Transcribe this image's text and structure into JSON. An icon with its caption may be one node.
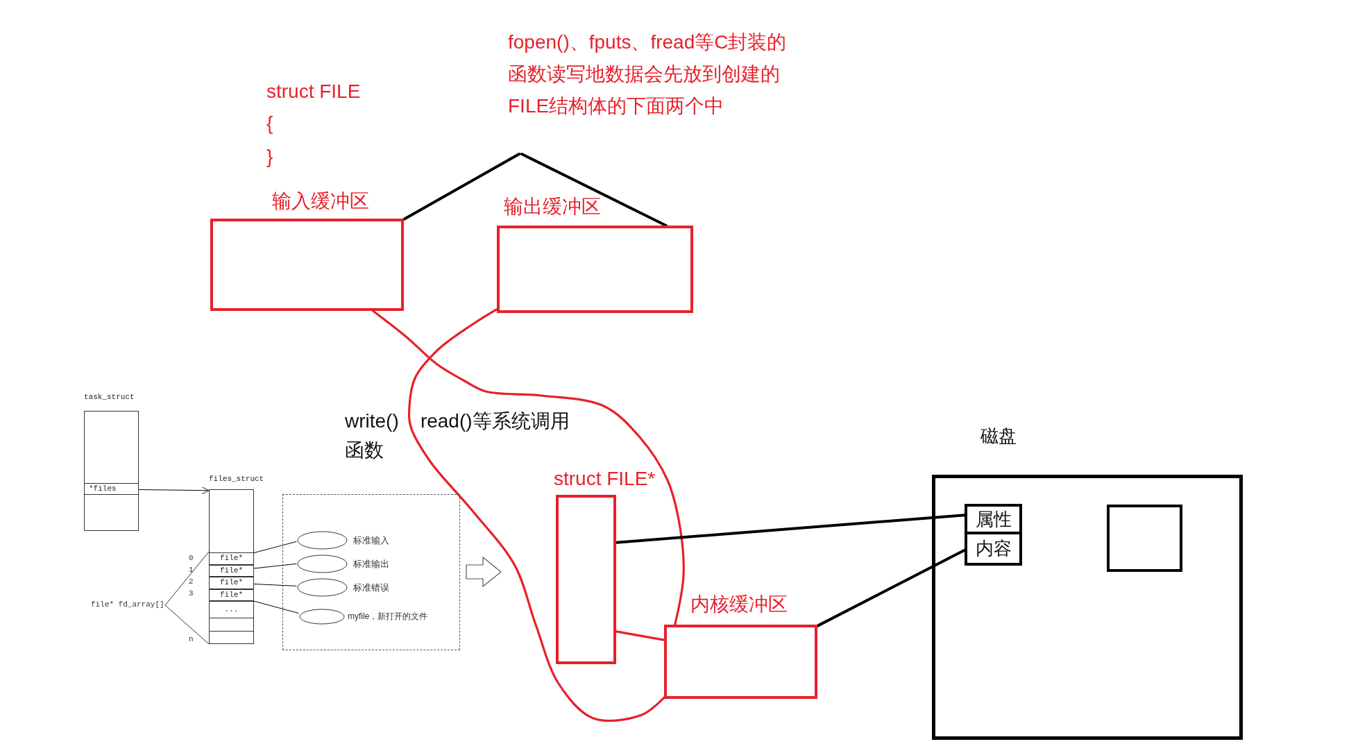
{
  "diagram": {
    "nodes": [
      {
        "text": [
          "fopen()、fputs、fread等C封装的函数读写地数据会先放到创建的FILE结构体的下面两个中"
        ]
      },
      {
        "text": [
          "输入缓冲区"
        ]
      },
      {
        "text": [
          "输出缓冲区"
        ]
      },
      {
        "text": [
          "struct FILE*"
        ]
      },
      {
        "text": [
          "内核缓冲区"
        ]
      },
      {
        "text": [
          "磁盘"
        ]
      },
      {
        "text": [
          "属性"
        ],
        "in": 5
      },
      {
        "text": [
          "内容"
        ],
        "in": 5
      },
      {
        "text": [],
        "shape": "box",
        "in": 5
      },
      {
        "text": [
          "task_struct"
        ]
      },
      {
        "text": [
          "*files"
        ],
        "in": 9
      },
      {
        "text": [
          "files_struct"
        ]
      },
      {
        "text": [
          "file*"
        ],
        "in": 11
      },
      {
        "text": [
          "file*"
        ],
        "in": 11
      },
      {
        "text": [
          "file*"
        ],
        "in": 11
      },
      {
        "text": [
          "file*"
        ],
        "in": 11
      },
      {
        "text": [
          "..."
        ],
        "in": 11
      },
      {
        "text": [],
        "shape": "box"
      },
      {
        "text": [],
        "shape": "ellipse",
        "beside": [
          "标准输入"
        ],
        "in": 17
      },
      {
        "text": [],
        "shape": "ellipse",
        "beside": [
          "标准输出"
        ],
        "in": 17
      },
      {
        "text": [],
        "shape": "ellipse",
        "beside": [
          "标准错误"
        ],
        "in": 17
      },
      {
        "text": [],
        "shape": "ellipse",
        "beside": [
          "myfile，新打开的文件"
        ],
        "in": 17
      }
    ],
    "edges": [
      {
        "from": 0,
        "to": 1,
        "arrow": "none"
      },
      {
        "from": 0,
        "to": 2,
        "arrow": "none"
      },
      {
        "from": 1,
        "to": 4,
        "arrow": "none",
        "color": "#e8202a"
      },
      {
        "from": 2,
        "to": 4,
        "arrow": "none",
        "color": "#e8202a"
      },
      {
        "from": 3,
        "to": 6,
        "arrow": "none"
      },
      {
        "from": 4,
        "to": 7,
        "arrow": "none"
      },
      {
        "from": 3,
        "to": 4,
        "arrow": "none",
        "color": "#e8202a"
      },
      {
        "from": 10,
        "to": 11,
        "arrow": "to"
      },
      {
        "from": 12,
        "to": 18,
        "arrow": "none"
      },
      {
        "from": 13,
        "to": 19,
        "arrow": "none"
      },
      {
        "from": 14,
        "to": 20,
        "arrow": "none"
      },
      {
        "from": 15,
        "to": 21,
        "arrow": "none"
      }
    ],
    "labels": [
      "struct FILE",
      "{",
      "}",
      "write()    read()等系统调用函数",
      "0",
      "1",
      "2",
      "3",
      "n",
      "file* fd_array[]"
    ]
  }
}
